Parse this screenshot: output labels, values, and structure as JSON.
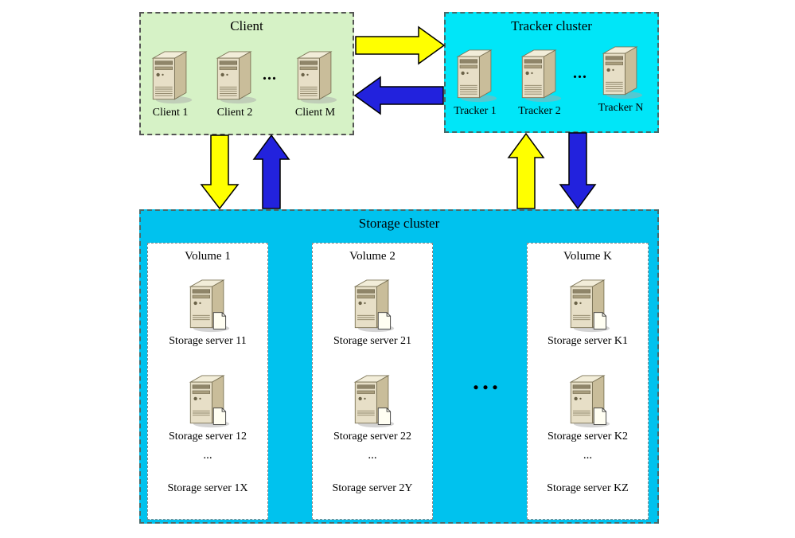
{
  "colors": {
    "client_bg": "#d6f2c6",
    "tracker_bg": "#00e6f8",
    "storage_bg": "#00c2ee",
    "arrow_yellow": "#ffff00",
    "arrow_blue": "#2222dd"
  },
  "client": {
    "title": "Client",
    "servers": [
      "Client 1",
      "Client 2",
      "Client M"
    ],
    "ellipsis": "..."
  },
  "tracker": {
    "title": "Tracker cluster",
    "servers": [
      "Tracker 1",
      "Tracker 2",
      "Tracker N"
    ],
    "ellipsis": "..."
  },
  "storage": {
    "title": "Storage cluster",
    "ellipsis": "...",
    "volumes": [
      {
        "title": "Volume 1",
        "server1": "Storage server 11",
        "server2": "Storage server 12",
        "more": "...",
        "last": "Storage server 1X"
      },
      {
        "title": "Volume 2",
        "server1": "Storage server 21",
        "server2": "Storage server 22",
        "more": "...",
        "last": "Storage server 2Y"
      },
      {
        "title": "Volume K",
        "server1": "Storage server K1",
        "server2": "Storage server K2",
        "more": "...",
        "last": "Storage server KZ"
      }
    ]
  }
}
